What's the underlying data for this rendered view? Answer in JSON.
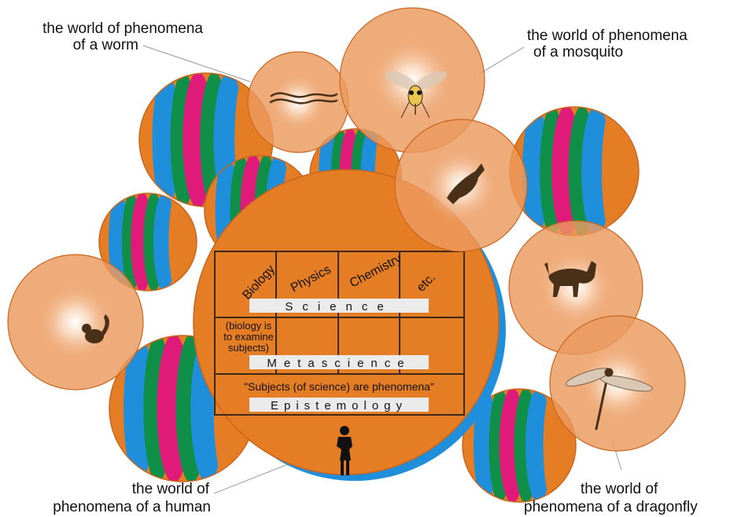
{
  "labels": {
    "worm": [
      "the world of phenomena",
      "of a worm"
    ],
    "mosquito": [
      "the world of phenomena",
      "of a mosquito"
    ],
    "human": [
      "the world of",
      "phenomena of a human"
    ],
    "dragonfly": [
      "the world of",
      "phenomena of a dragonfly"
    ]
  },
  "table": {
    "columns": [
      "Biology",
      "Physics",
      "Chemistry",
      "etc."
    ],
    "science": "Science",
    "note": [
      "(biology is",
      "to examine",
      "subjects)"
    ],
    "metascience": "Metascience",
    "quote": "\"Subjects (of science) are phenomena\"",
    "epistemology": "Epistemology"
  },
  "creatures": [
    "worm",
    "mosquito",
    "bird",
    "dog",
    "dragonfly",
    "chipmunk",
    "human"
  ],
  "colors": {
    "orange": "#e57d24",
    "blue": "#1f8fdc",
    "green": "#0f8f47",
    "magenta": "#df1a78",
    "bubble": "#eb9a5e",
    "bubble_edge": "#c8651f",
    "table_line": "#3b2a1a",
    "label_bar": "#ebebeb",
    "creature": "#4a3018"
  }
}
